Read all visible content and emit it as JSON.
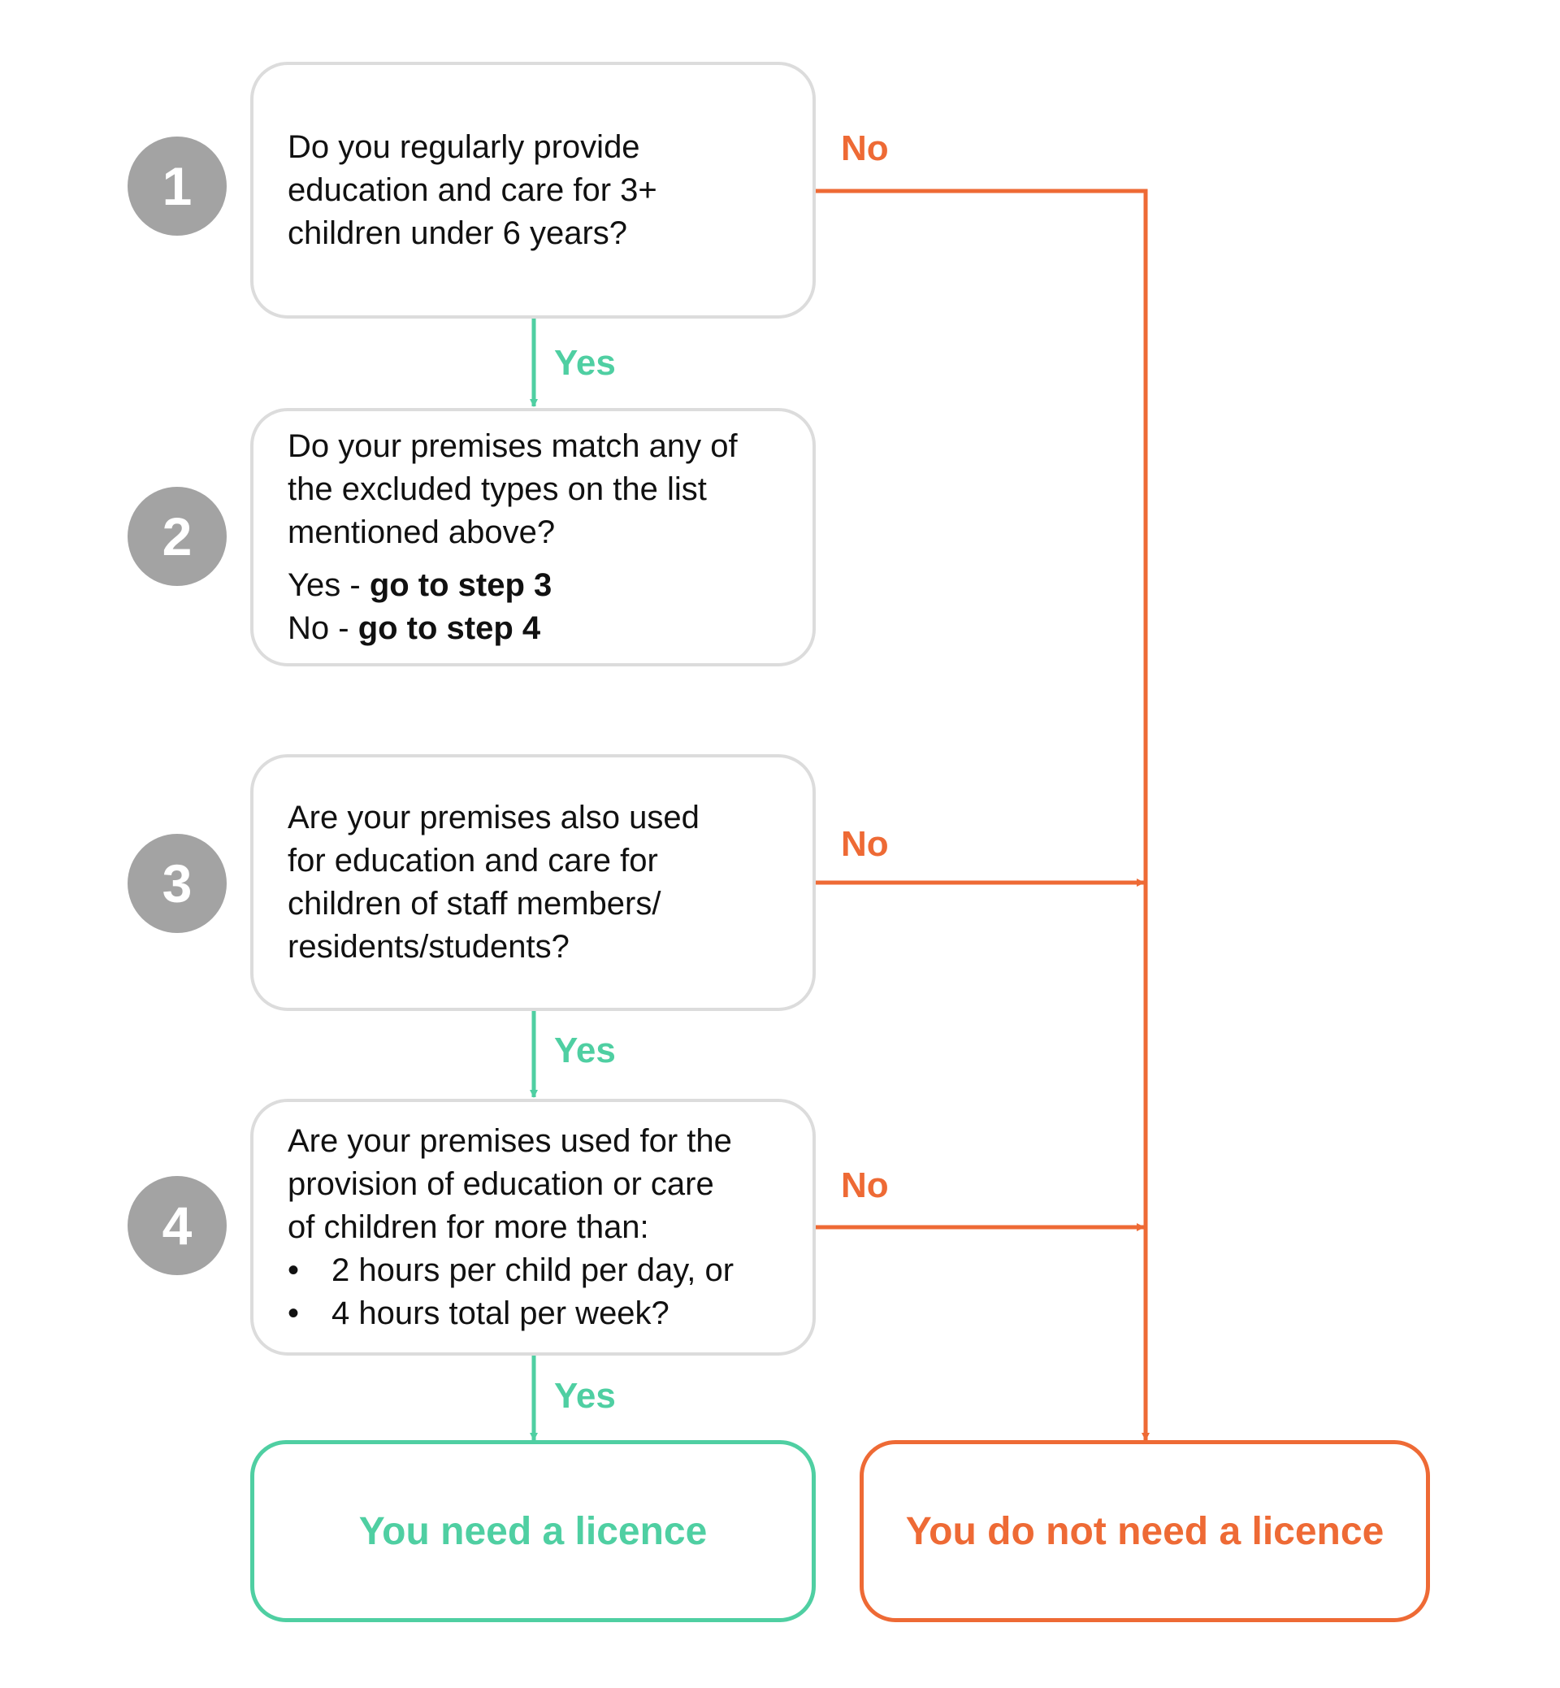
{
  "colors": {
    "yes": "#4fcfa2",
    "no": "#ee6a35",
    "box_border": "#dcdcdc",
    "badge": "#a3a3a3"
  },
  "steps": [
    {
      "number": "1",
      "lines": [
        "Do you regularly provide",
        "education and care for 3+",
        "children under 6 years?"
      ]
    },
    {
      "number": "2",
      "lines": [
        "Do your premises match any of",
        "the excluded types on the list",
        "mentioned above?"
      ],
      "options": [
        {
          "prefix": "Yes - ",
          "action": "go to step 3"
        },
        {
          "prefix": "No - ",
          "action": "go to step 4"
        }
      ]
    },
    {
      "number": "3",
      "lines": [
        "Are your premises also used",
        "for education and care for",
        "children of staff members/",
        "residents/students?"
      ]
    },
    {
      "number": "4",
      "lines": [
        "Are your premises used for the",
        "provision of education or care",
        "of children for more than:"
      ],
      "bullets": [
        "2 hours per child per day, or",
        "4 hours total per week?"
      ]
    }
  ],
  "labels": {
    "yes": "Yes",
    "no": "No",
    "bullet_char": "•"
  },
  "outcomes": {
    "need": "You need a licence",
    "not_need": "You do not need a licence"
  }
}
